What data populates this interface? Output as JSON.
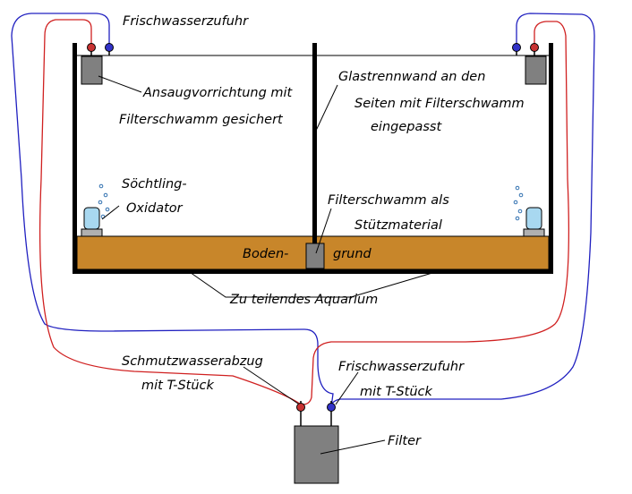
{
  "labels": {
    "fresh_water_supply_top": "Frischwasserzufuhr",
    "intake_line1": "Ansaugvorrichtung mit",
    "intake_line2": "Filterschwamm gesichert",
    "divider_line1": "Glastrennwand an den",
    "divider_line2": "Seiten mit Filterschwamm",
    "divider_line3": "eingepasst",
    "oxidator_line1": "Söchtling-",
    "oxidator_line2": "Oxidator",
    "support_line1": "Filterschwamm als",
    "support_line2": "Stützmaterial",
    "substrate_left": "Boden-",
    "substrate_right": "grund",
    "aquarium": "Zu teilendes Aquarium",
    "dirty_outlet_line1": "Schmutzwasserabzug",
    "dirty_outlet_line2": "mit T-Stück",
    "fresh_inlet_line1": "Frischwasserzufuhr",
    "fresh_inlet_line2": "mit T-Stück",
    "filter": "Filter"
  },
  "colors": {
    "fresh_water_line": "#2020c0",
    "dirty_water_line": "#d02020",
    "substrate": "#c8862a",
    "device_grey": "#808080",
    "valve_red": "#c83232",
    "valve_blue": "#3232c8",
    "oxidator_glass": "#a8d8f0"
  }
}
